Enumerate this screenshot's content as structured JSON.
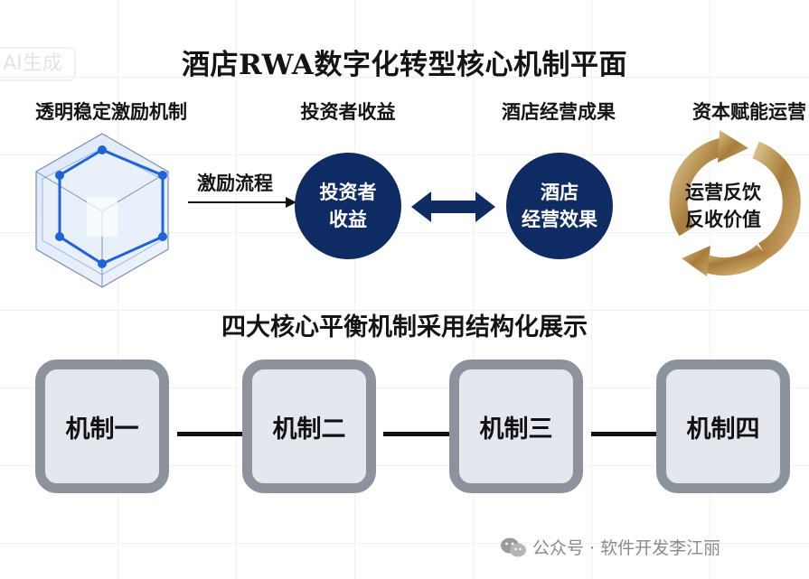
{
  "watermark": {
    "ai_badge": "AI生成"
  },
  "title": "酒店RWA数字化转型核心机制平面",
  "columns": [
    {
      "label": "透明稳定激励机制"
    },
    {
      "label": "投资者收益"
    },
    {
      "label": "酒店经营成果"
    },
    {
      "label": "资本赋能运营"
    }
  ],
  "flow": {
    "arrow_label": "激励流程",
    "investor_node": {
      "line1": "投资者",
      "line2": "收益"
    },
    "hotel_node": {
      "line1": "酒店",
      "line2": "经营效果"
    },
    "cycle_node": {
      "line1": "运营反饮",
      "line2": "反收价值"
    }
  },
  "section_title": "四大核心平衡机制采用结构化展示",
  "mechanisms": [
    {
      "label": "机制一"
    },
    {
      "label": "机制二"
    },
    {
      "label": "机制三"
    },
    {
      "label": "机制四"
    }
  ],
  "colors": {
    "navy": "#0e2b63",
    "cube_blue": "#1f63d6",
    "gold": "#b8914e",
    "box_border": "#8d939c",
    "box_fill": "#e4e8ee"
  },
  "footer": {
    "icon": "wechat-icon",
    "text": "公众号 · 软件开发李江丽"
  }
}
